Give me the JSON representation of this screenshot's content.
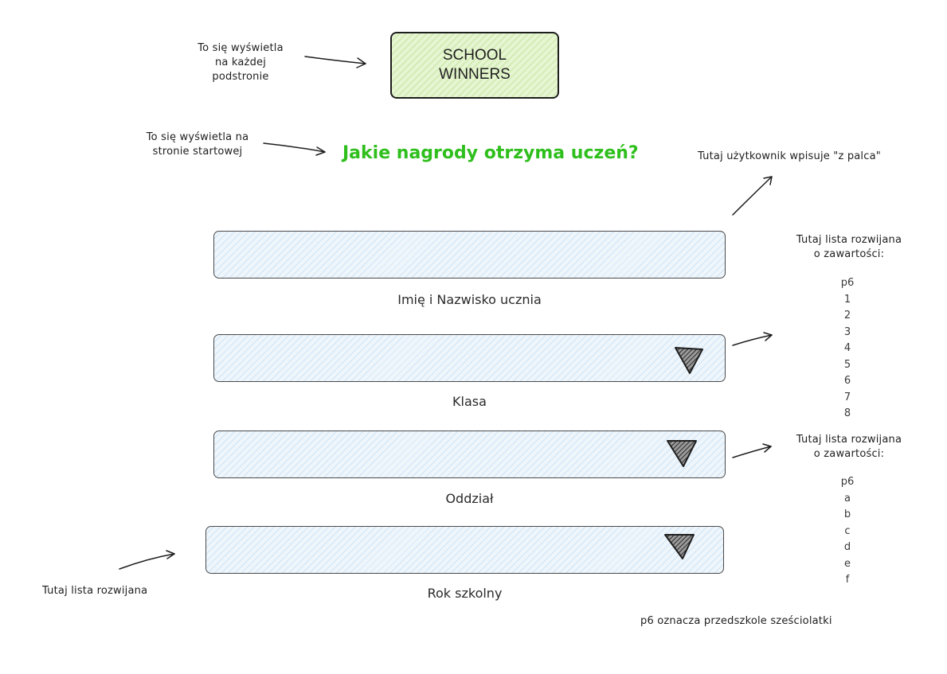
{
  "logo": {
    "line1": "SCHOOL",
    "line2": "WINNERS"
  },
  "notes": {
    "every_page": [
      "To się wyświetla",
      "na każdej",
      "podstronie"
    ],
    "start_page": [
      "To się wyświetla na",
      "stronie startowej"
    ],
    "free_text": "Tutaj użytkownik wpisuje \"z palca\"",
    "dropdown_contents_1": [
      "Tutaj lista rozwijana",
      "o zawartości:"
    ],
    "dropdown_contents_2": [
      "Tutaj lista rozwijana",
      "o zawartości:"
    ],
    "dropdown": "Tutaj lista rozwijana",
    "p6_meaning": "p6 oznacza przedszkole sześciolatki"
  },
  "headline": "Jakie nagrody otrzyma uczeń?",
  "fields": {
    "name_label": "Imię i Nazwisko ucznia",
    "class_label": "Klasa",
    "division_label": "Oddział",
    "year_label": "Rok szkolny"
  },
  "class_options": [
    "p6",
    "1",
    "2",
    "3",
    "4",
    "5",
    "6",
    "7",
    "8"
  ],
  "division_options": [
    "p6",
    "a",
    "b",
    "c",
    "d",
    "e",
    "f"
  ]
}
